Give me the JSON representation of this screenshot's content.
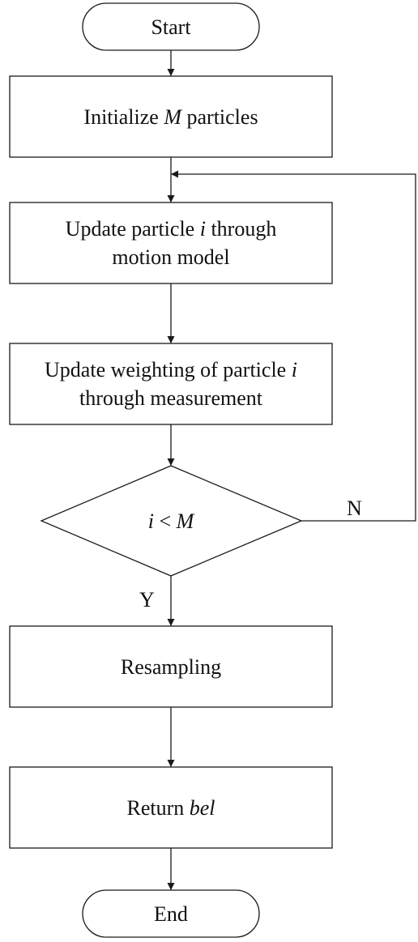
{
  "flowchart": {
    "start": "Start",
    "init": {
      "pre": "Initialize ",
      "var": "M",
      "post": " particles"
    },
    "update_motion": {
      "line1_pre": "Update particle ",
      "line1_var": "i",
      "line1_post": " through",
      "line2": "motion model"
    },
    "update_weight": {
      "line1_pre": "Update weighting of particle ",
      "line1_var": "i",
      "line2": "through measurement"
    },
    "decision": {
      "var1": "i",
      "op": " < ",
      "var2": "M"
    },
    "label_no": "N",
    "label_yes": "Y",
    "resampling": "Resampling",
    "return": {
      "pre": "Return ",
      "var": "bel"
    },
    "end": "End"
  },
  "colors": {
    "stroke": "#1a1a1a",
    "fill": "#ffffff",
    "text": "#111111"
  }
}
